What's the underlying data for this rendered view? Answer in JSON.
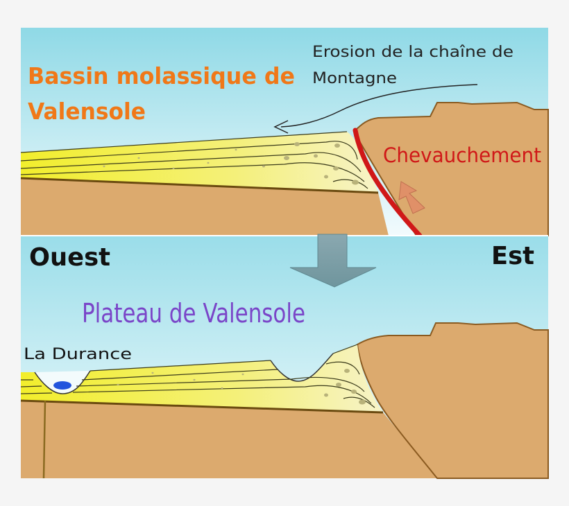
{
  "labels": {
    "top_title_line1": "Bassin molassique de",
    "top_title_line2": "Valensole",
    "erosion_line1": "Erosion de la chaîne de",
    "erosion_line2": "Montagne",
    "thrust": "Chevauchement",
    "west": "Ouest",
    "east": "Est",
    "plateau": "Plateau de Valensole",
    "river": "La Durance"
  },
  "colors": {
    "sky_top": "#8fd9e6",
    "sky_bottom": "#f2fbfd",
    "rock": "#dcaa6e",
    "rock_edge": "#8a5a20",
    "molasse": "#f2ee2c",
    "molasse_light": "#f7f3b0",
    "thrust_fault": "#d01818",
    "title_orange": "#f07818",
    "plateau_purple": "#7a45c8",
    "arrow_grey": "#7b9ea6",
    "arrow_salmon": "#e09068",
    "water": "#2255dd",
    "background": "#f5f5f5"
  }
}
